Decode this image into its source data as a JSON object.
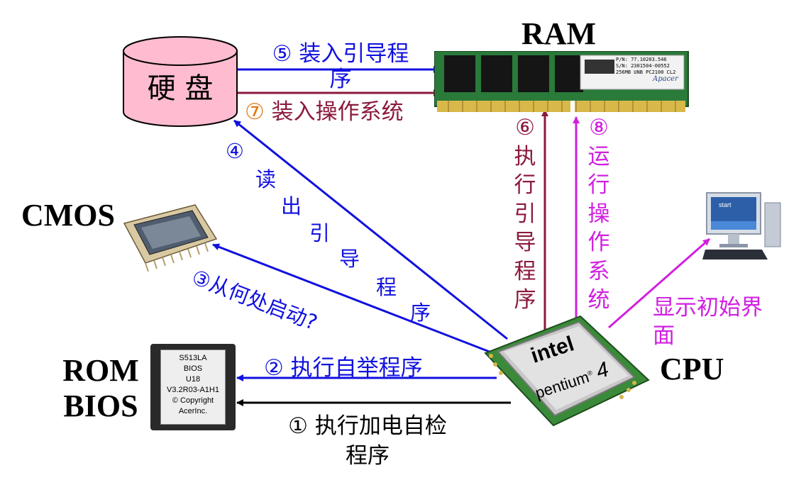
{
  "components": {
    "harddisk": "硬 盘",
    "ram": "RAM",
    "cmos": "CMOS",
    "rom_bios": [
      "ROM",
      "BIOS"
    ],
    "cpu": "CPU"
  },
  "chips": {
    "rom_chip_lines": [
      "S513LA",
      "BIOS",
      "U18",
      "V3.2R03-A1H1",
      "© Copyright",
      "AcerInc."
    ],
    "ram_sticker_lines": [
      "P/N: 77.10203.546",
      "S/N: 2301504-00552",
      "256MB UNB PC2100 CL2"
    ],
    "ram_brand": "Apacer",
    "cpu_brand": "intel",
    "cpu_model": "pentium",
    "cpu_model_num": "4",
    "monitor_screen_text": "start"
  },
  "steps": {
    "s1": [
      "① 执行加电自检",
      "程序"
    ],
    "s2": "② 执行自举程序",
    "s3": [
      "③从何处启动?"
    ],
    "s4_num": "④",
    "s4_chars": [
      "读",
      "出",
      "引",
      "导",
      "程",
      "序"
    ],
    "s5": [
      "⑤ 装入引导程",
      "序"
    ],
    "s6_chars": [
      "⑥",
      "执",
      "行",
      "引",
      "导",
      "程",
      "序"
    ],
    "s7": "⑦ 装入操作系统",
    "s8_chars": [
      "⑧",
      "运",
      "行",
      "操",
      "作",
      "系",
      "统"
    ],
    "display": [
      "显示初始界",
      "面"
    ]
  },
  "colors": {
    "blue": "#1010e0",
    "maroon": "#8b1a3c",
    "magenta": "#d020e0",
    "black": "#000000",
    "orange": "#e07810",
    "disk_pink": "#ffbcd0"
  }
}
